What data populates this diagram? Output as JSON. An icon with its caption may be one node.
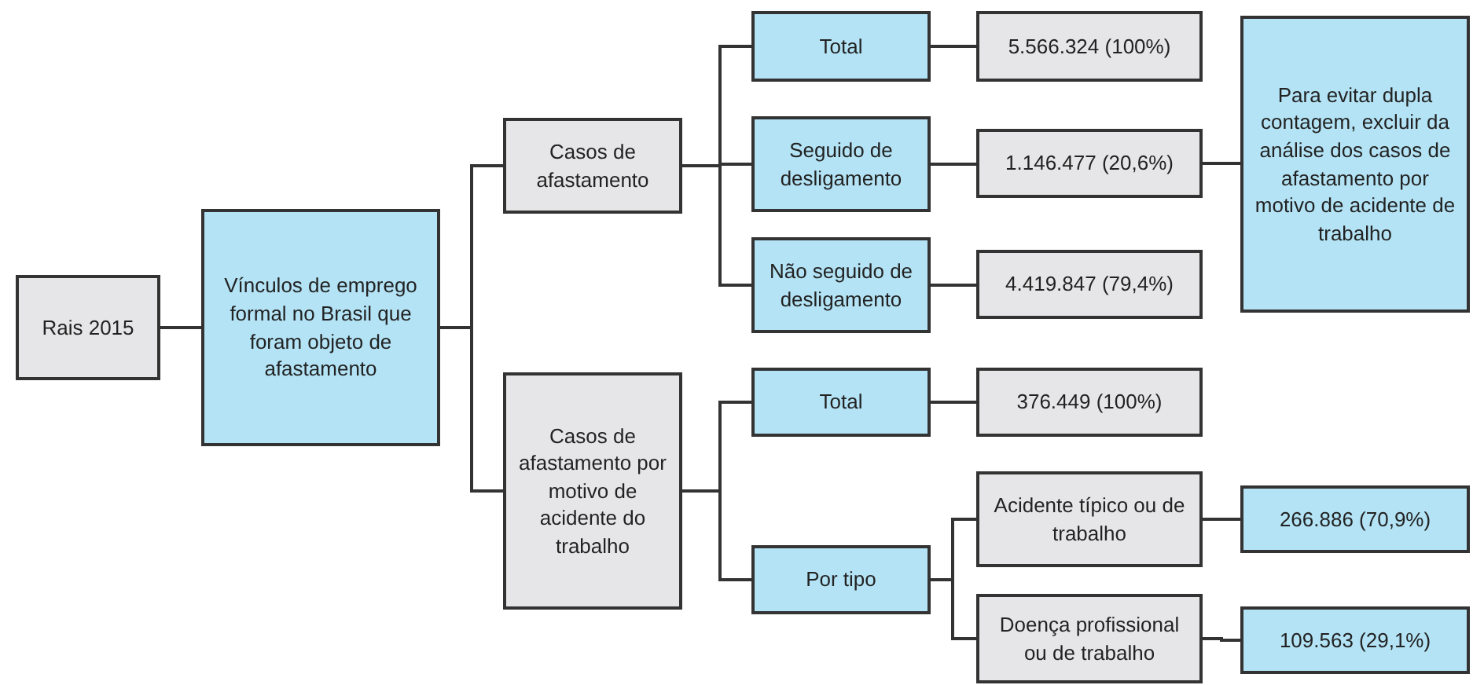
{
  "diagram": {
    "nodes": [
      {
        "text": [
          "Rais 2015"
        ]
      },
      {
        "text": [
          "Vínculos de emprego formal no Brasil que foram objeto de afastamento"
        ]
      },
      {
        "text": [
          "Casos de afastamento"
        ]
      },
      {
        "text": [
          "Casos de afastamento por motivo de acidente do trabalho"
        ]
      },
      {
        "text": [
          "Total"
        ]
      },
      {
        "text": [
          "Seguido de desligamento"
        ]
      },
      {
        "text": [
          "Não seguido de desligamento"
        ]
      },
      {
        "text": [
          "5.566.324 (100%)"
        ]
      },
      {
        "text": [
          "1.146.477 (20,6%)"
        ]
      },
      {
        "text": [
          "4.419.847 (79,4%)"
        ]
      },
      {
        "text": [
          "Para evitar dupla contagem, excluir da análise dos casos de afastamento por motivo de acidente de trabalho"
        ]
      },
      {
        "text": [
          "Total"
        ]
      },
      {
        "text": [
          "376.449 (100%)"
        ]
      },
      {
        "text": [
          "Por tipo"
        ]
      },
      {
        "text": [
          "Acidente típico ou de trabalho"
        ]
      },
      {
        "text": [
          "Doença profissional ou de trabalho"
        ]
      },
      {
        "text": [
          "266.886 (70,9%)"
        ]
      },
      {
        "text": [
          "109.563 (29,1%)"
        ]
      }
    ],
    "edges": [
      {
        "from": 0,
        "to": 1,
        "arrow": "none"
      },
      {
        "from": 1,
        "to": 2,
        "arrow": "none"
      },
      {
        "from": 1,
        "to": 3,
        "arrow": "none"
      },
      {
        "from": 2,
        "to": 4,
        "arrow": "none"
      },
      {
        "from": 2,
        "to": 5,
        "arrow": "none"
      },
      {
        "from": 2,
        "to": 6,
        "arrow": "none"
      },
      {
        "from": 4,
        "to": 7,
        "arrow": "none"
      },
      {
        "from": 5,
        "to": 8,
        "arrow": "none"
      },
      {
        "from": 6,
        "to": 9,
        "arrow": "none"
      },
      {
        "from": 8,
        "to": 10,
        "arrow": "none"
      },
      {
        "from": 3,
        "to": 11,
        "arrow": "none"
      },
      {
        "from": 3,
        "to": 13,
        "arrow": "none"
      },
      {
        "from": 11,
        "to": 12,
        "arrow": "none"
      },
      {
        "from": 13,
        "to": 14,
        "arrow": "none"
      },
      {
        "from": 13,
        "to": 15,
        "arrow": "none"
      },
      {
        "from": 14,
        "to": 16,
        "arrow": "none"
      },
      {
        "from": 15,
        "to": 17,
        "arrow": "none"
      }
    ]
  }
}
